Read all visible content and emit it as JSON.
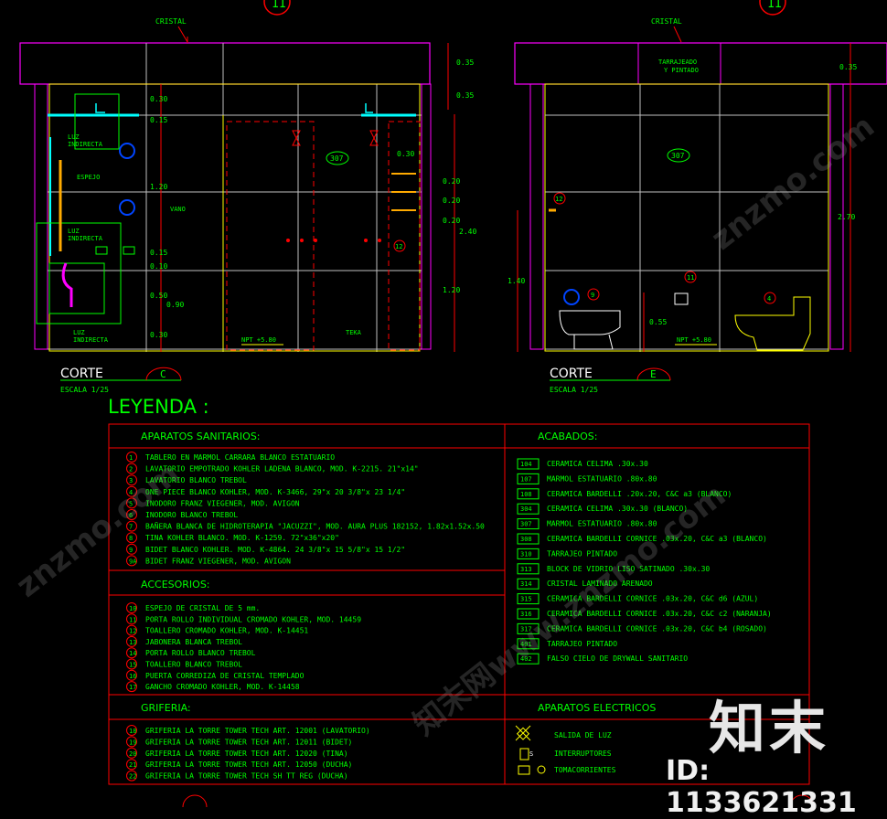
{
  "leftView": {
    "topLabel": "CRISTAL",
    "axis": "11",
    "dims": [
      "0.35",
      "0.35",
      "0.30",
      "0.15",
      "1.20",
      "0.15",
      "0.10",
      "0.50",
      "0.90",
      "0.30",
      "0.30",
      "0.20",
      "0.20",
      "0.20",
      "2.40",
      "1.20"
    ],
    "labels": {
      "luz1": "LUZ",
      "ind1": "INDIRECTA",
      "espejo": "ESPEJO",
      "vano": "VANO",
      "luz2": "LUZ",
      "ind2": "INDIRECTA",
      "luz3": "LUZ",
      "ind3": "INDIRECTA",
      "tag": "307",
      "tagB": "12",
      "npt": "NPT +5.80",
      "teka": "TEKA"
    },
    "title": "CORTE",
    "scale": "ESCALA 1/25",
    "section": "C"
  },
  "rightView": {
    "topLabel": "CRISTAL",
    "note1": "TARRAJEADO",
    "note2": "Y PINTADO",
    "axis": "11",
    "dims": [
      "0.35",
      "2.70",
      "1.40",
      "0.55"
    ],
    "tags": [
      "307",
      "12",
      "11",
      "9",
      "4"
    ],
    "npt": "NPT +5.80",
    "title": "CORTE",
    "scale": "ESCALA 1/25",
    "section": "E"
  },
  "legend": {
    "title": "LEYENDA :",
    "sanitarios": {
      "header": "APARATOS SANITARIOS:",
      "items": [
        {
          "n": "1",
          "t": "TABLERO EN MARMOL CARRARA BLANCO ESTATUARIO"
        },
        {
          "n": "2",
          "t": "LAVATORIO EMPOTRADO KOHLER LADENA BLANCO, MOD. K-2215. 21\"x14\""
        },
        {
          "n": "3",
          "t": "LAVATORIO BLANCO TREBOL"
        },
        {
          "n": "4",
          "t": "ONE PIECE BLANCO KOHLER, MOD. K-3466, 29\"x 20 3/8\"x 23 1/4\""
        },
        {
          "n": "5",
          "t": "INODORO FRANZ VIEGENER, MOD. AVIGON"
        },
        {
          "n": "6",
          "t": "INODORO BLANCO TREBOL"
        },
        {
          "n": "7",
          "t": "BAÑERA BLANCA DE HIDROTERAPIA \"JACUZZI\", MOD. AURA PLUS 182152, 1.82x1.52x.50"
        },
        {
          "n": "8",
          "t": "TINA KOHLER BLANCO. MOD. K-1259. 72\"x36\"x20\""
        },
        {
          "n": "9",
          "t": "BIDET BLANCO KOHLER. MOD. K-4864. 24 3/8\"x 15 5/8\"x 15 1/2\""
        },
        {
          "n": "9A",
          "t": "BIDET FRANZ VIEGENER, MOD. AVIGON"
        }
      ]
    },
    "accesorios": {
      "header": "ACCESORIOS:",
      "items": [
        {
          "n": "10",
          "t": "ESPEJO DE CRISTAL DE 5 mm."
        },
        {
          "n": "11",
          "t": "PORTA ROLLO INDIVIDUAL CROMADO KOHLER, MOD. 14459"
        },
        {
          "n": "12",
          "t": "TOALLERO CROMADO KOHLER, MOD. K-14451"
        },
        {
          "n": "13",
          "t": "JABONERA BLANCA TREBOL"
        },
        {
          "n": "14",
          "t": "PORTA ROLLO BLANCO TREBOL"
        },
        {
          "n": "15",
          "t": "TOALLERO BLANCO TREBOL"
        },
        {
          "n": "16",
          "t": "PUERTA CORREDIZA DE CRISTAL TEMPLADO"
        },
        {
          "n": "17",
          "t": "GANCHO CROMADO KOHLER, MOD. K-14458"
        }
      ]
    },
    "griferia": {
      "header": "GRIFERIA:",
      "items": [
        {
          "n": "18",
          "t": "GRIFERIA LA TORRE TOWER TECH ART. 12001 (LAVATORIO)"
        },
        {
          "n": "19",
          "t": "GRIFERIA LA TORRE TOWER TECH ART. 12011 (BIDET)"
        },
        {
          "n": "20",
          "t": "GRIFERIA LA TORRE TOWER TECH ART. 12020 (TINA)"
        },
        {
          "n": "21",
          "t": "GRIFERIA LA TORRE TOWER TECH ART. 12050 (DUCHA)"
        },
        {
          "n": "22",
          "t": "GRIFERIA LA TORRE TOWER TECH SH TT REG (DUCHA)"
        }
      ]
    },
    "acabados": {
      "header": "ACABADOS:",
      "items": [
        {
          "n": "104",
          "t": "CERAMICA CELIMA .30x.30"
        },
        {
          "n": "107",
          "t": "MARMOL ESTATUARIO .80x.80"
        },
        {
          "n": "108",
          "t": "CERAMICA BARDELLI .20x.20, C&C a3 (BLANCO)"
        },
        {
          "n": "304",
          "t": "CERAMICA CELIMA .30x.30 (BLANCO)"
        },
        {
          "n": "307",
          "t": "MARMOL ESTATUARIO .80x.80"
        },
        {
          "n": "308",
          "t": "CERAMICA BARDELLI CORNICE .03x.20, C&C a3 (BLANCO)"
        },
        {
          "n": "310",
          "t": "TARRAJEO PINTADO"
        },
        {
          "n": "313",
          "t": "BLOCK DE VIDRIO LISO SATINADO .30x.30"
        },
        {
          "n": "314",
          "t": "CRISTAL LAMINADO ARENADO"
        },
        {
          "n": "315",
          "t": "CERAMICA BARDELLI CORNICE .03x.20, C&C d6 (AZUL)"
        },
        {
          "n": "316",
          "t": "CERAMICA BARDELLI CORNICE .03x.20, C&C c2 (NARANJA)"
        },
        {
          "n": "317",
          "t": "CERAMICA BARDELLI CORNICE .03x.20, C&C b4 (ROSADO)"
        },
        {
          "n": "401",
          "t": "TARRAJEO PINTADO"
        },
        {
          "n": "402",
          "t": "FALSO CIELO DE DRYWALL SANITARIO"
        }
      ]
    },
    "electricos": {
      "header": "APARATOS ELECTRICOS",
      "items": [
        {
          "icon": "light-outlet-icon",
          "t": "SALIDA DE LUZ"
        },
        {
          "icon": "switch-icon",
          "t": "INTERRUPTORES",
          "mark": "S"
        },
        {
          "icon": "socket-icon",
          "t": "TOMACORRIENTES"
        }
      ]
    }
  },
  "watermark": {
    "logo": "知末",
    "id": "ID: 1133621331",
    "text": "znzmo.com",
    "cn": "知末网www.znzmo.com"
  },
  "colors": {
    "green": "#00ff00",
    "red": "#ff0000",
    "magenta": "#ff00ff",
    "yellow": "#ffff00",
    "cyan": "#00ffff",
    "gray": "#c0c0c0"
  }
}
